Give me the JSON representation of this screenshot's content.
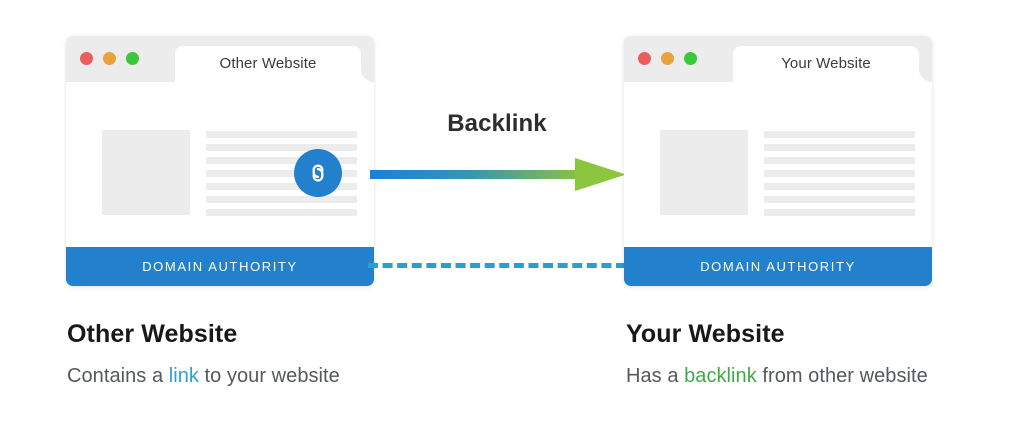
{
  "diagram": {
    "title": "Backlink diagram",
    "connector": {
      "label": "Backlink",
      "arrow_start_color": "#1e7fd4",
      "arrow_end_color": "#8cc63e",
      "dashed_line_color": "#289fce",
      "arrow_icon": "arrow-right-icon",
      "dashed_icon": "dashed-connector-icon"
    },
    "windows": [
      {
        "id": "other-website",
        "tab_label": "Other Website",
        "traffic_lights": [
          {
            "name": "close-dot",
            "color": "#ec5e5c"
          },
          {
            "name": "minimize-dot",
            "color": "#e8a33d"
          },
          {
            "name": "maximize-dot",
            "color": "#3bc93b"
          }
        ],
        "placeholder_lines": 7,
        "footer_label": "DOMAIN AUTHORITY",
        "footer_color": "#2380cd",
        "has_link_badge": true,
        "link_badge_icon": "chain-link-icon",
        "link_badge_color": "#2380cd"
      },
      {
        "id": "your-website",
        "tab_label": "Your Website",
        "traffic_lights": [
          {
            "name": "close-dot",
            "color": "#ec5e5c"
          },
          {
            "name": "minimize-dot",
            "color": "#e8a33d"
          },
          {
            "name": "maximize-dot",
            "color": "#3bc93b"
          }
        ],
        "placeholder_lines": 7,
        "footer_label": "DOMAIN AUTHORITY",
        "footer_color": "#2380cd",
        "has_link_badge": false
      }
    ],
    "captions": [
      {
        "id": "other-website-caption",
        "heading": "Other Website",
        "text_before": "Contains a ",
        "highlight": "link",
        "highlight_color": "#2f9fd0",
        "text_after": " to your website"
      },
      {
        "id": "your-website-caption",
        "heading": "Your Website",
        "text_before": "Has a ",
        "highlight": "backlink",
        "highlight_color": "#3dab45",
        "text_after": " from other website"
      }
    ]
  }
}
